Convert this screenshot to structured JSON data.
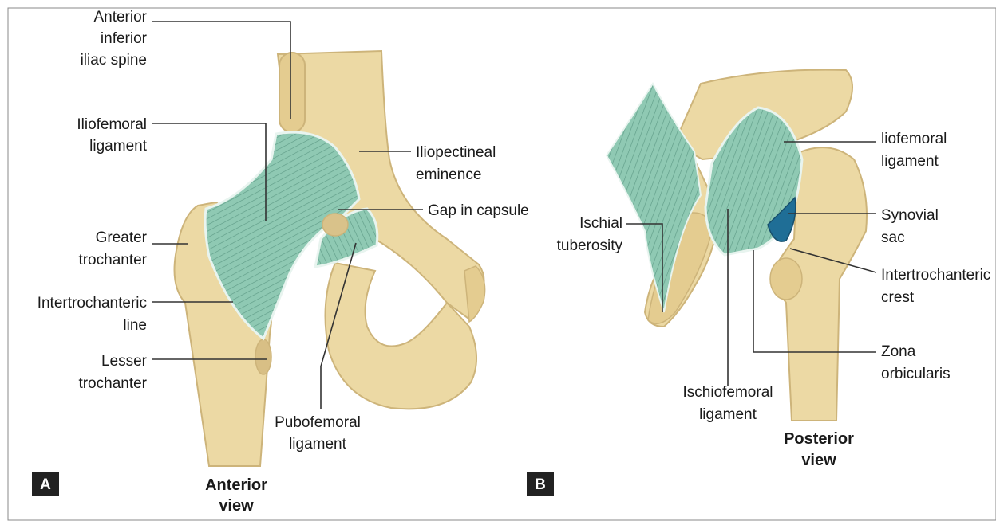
{
  "panels": [
    {
      "id": "A",
      "badge": "A",
      "view_label": [
        "Anterior",
        "view"
      ],
      "labels": [
        {
          "key": "aiis",
          "lines": [
            "Anterior",
            "inferior",
            "iliac spine"
          ]
        },
        {
          "key": "iliofemoral",
          "lines": [
            "Iliofemoral",
            "ligament"
          ]
        },
        {
          "key": "iliopectineal",
          "lines": [
            "Iliopectineal",
            "eminence"
          ]
        },
        {
          "key": "gap",
          "lines": [
            "Gap in capsule"
          ]
        },
        {
          "key": "greater_trochanter",
          "lines": [
            "Greater",
            "trochanter"
          ]
        },
        {
          "key": "intertrochanteric_line",
          "lines": [
            "Intertrochanteric",
            "line"
          ]
        },
        {
          "key": "lesser_trochanter",
          "lines": [
            "Lesser",
            "trochanter"
          ]
        },
        {
          "key": "pubofemoral",
          "lines": [
            "Pubofemoral",
            "ligament"
          ]
        }
      ]
    },
    {
      "id": "B",
      "badge": "B",
      "view_label": [
        "Posterior",
        "view"
      ],
      "labels": [
        {
          "key": "iliofemoral_b",
          "lines": [
            "liofemoral",
            "ligament"
          ]
        },
        {
          "key": "ischial_tuberosity",
          "lines": [
            "Ischial",
            "tuberosity"
          ]
        },
        {
          "key": "synovial_sac",
          "lines": [
            "Synovial",
            "sac"
          ]
        },
        {
          "key": "intertrochanteric_crest",
          "lines": [
            "Intertrochanteric",
            "crest"
          ]
        },
        {
          "key": "zona_orbicularis",
          "lines": [
            "Zona",
            "orbicularis"
          ]
        },
        {
          "key": "ischiofemoral",
          "lines": [
            "Ischiofemoral",
            "ligament"
          ]
        }
      ]
    }
  ],
  "colors": {
    "bone": "#ecd9a4",
    "bone_shade": "#cdb47a",
    "bone_dark": "#a88f58",
    "ligament": "#8fc9b3",
    "ligament_fiber": "#5f9c87",
    "synovial": "#1f6e96",
    "leader": "#333333",
    "badge": "#222222"
  }
}
